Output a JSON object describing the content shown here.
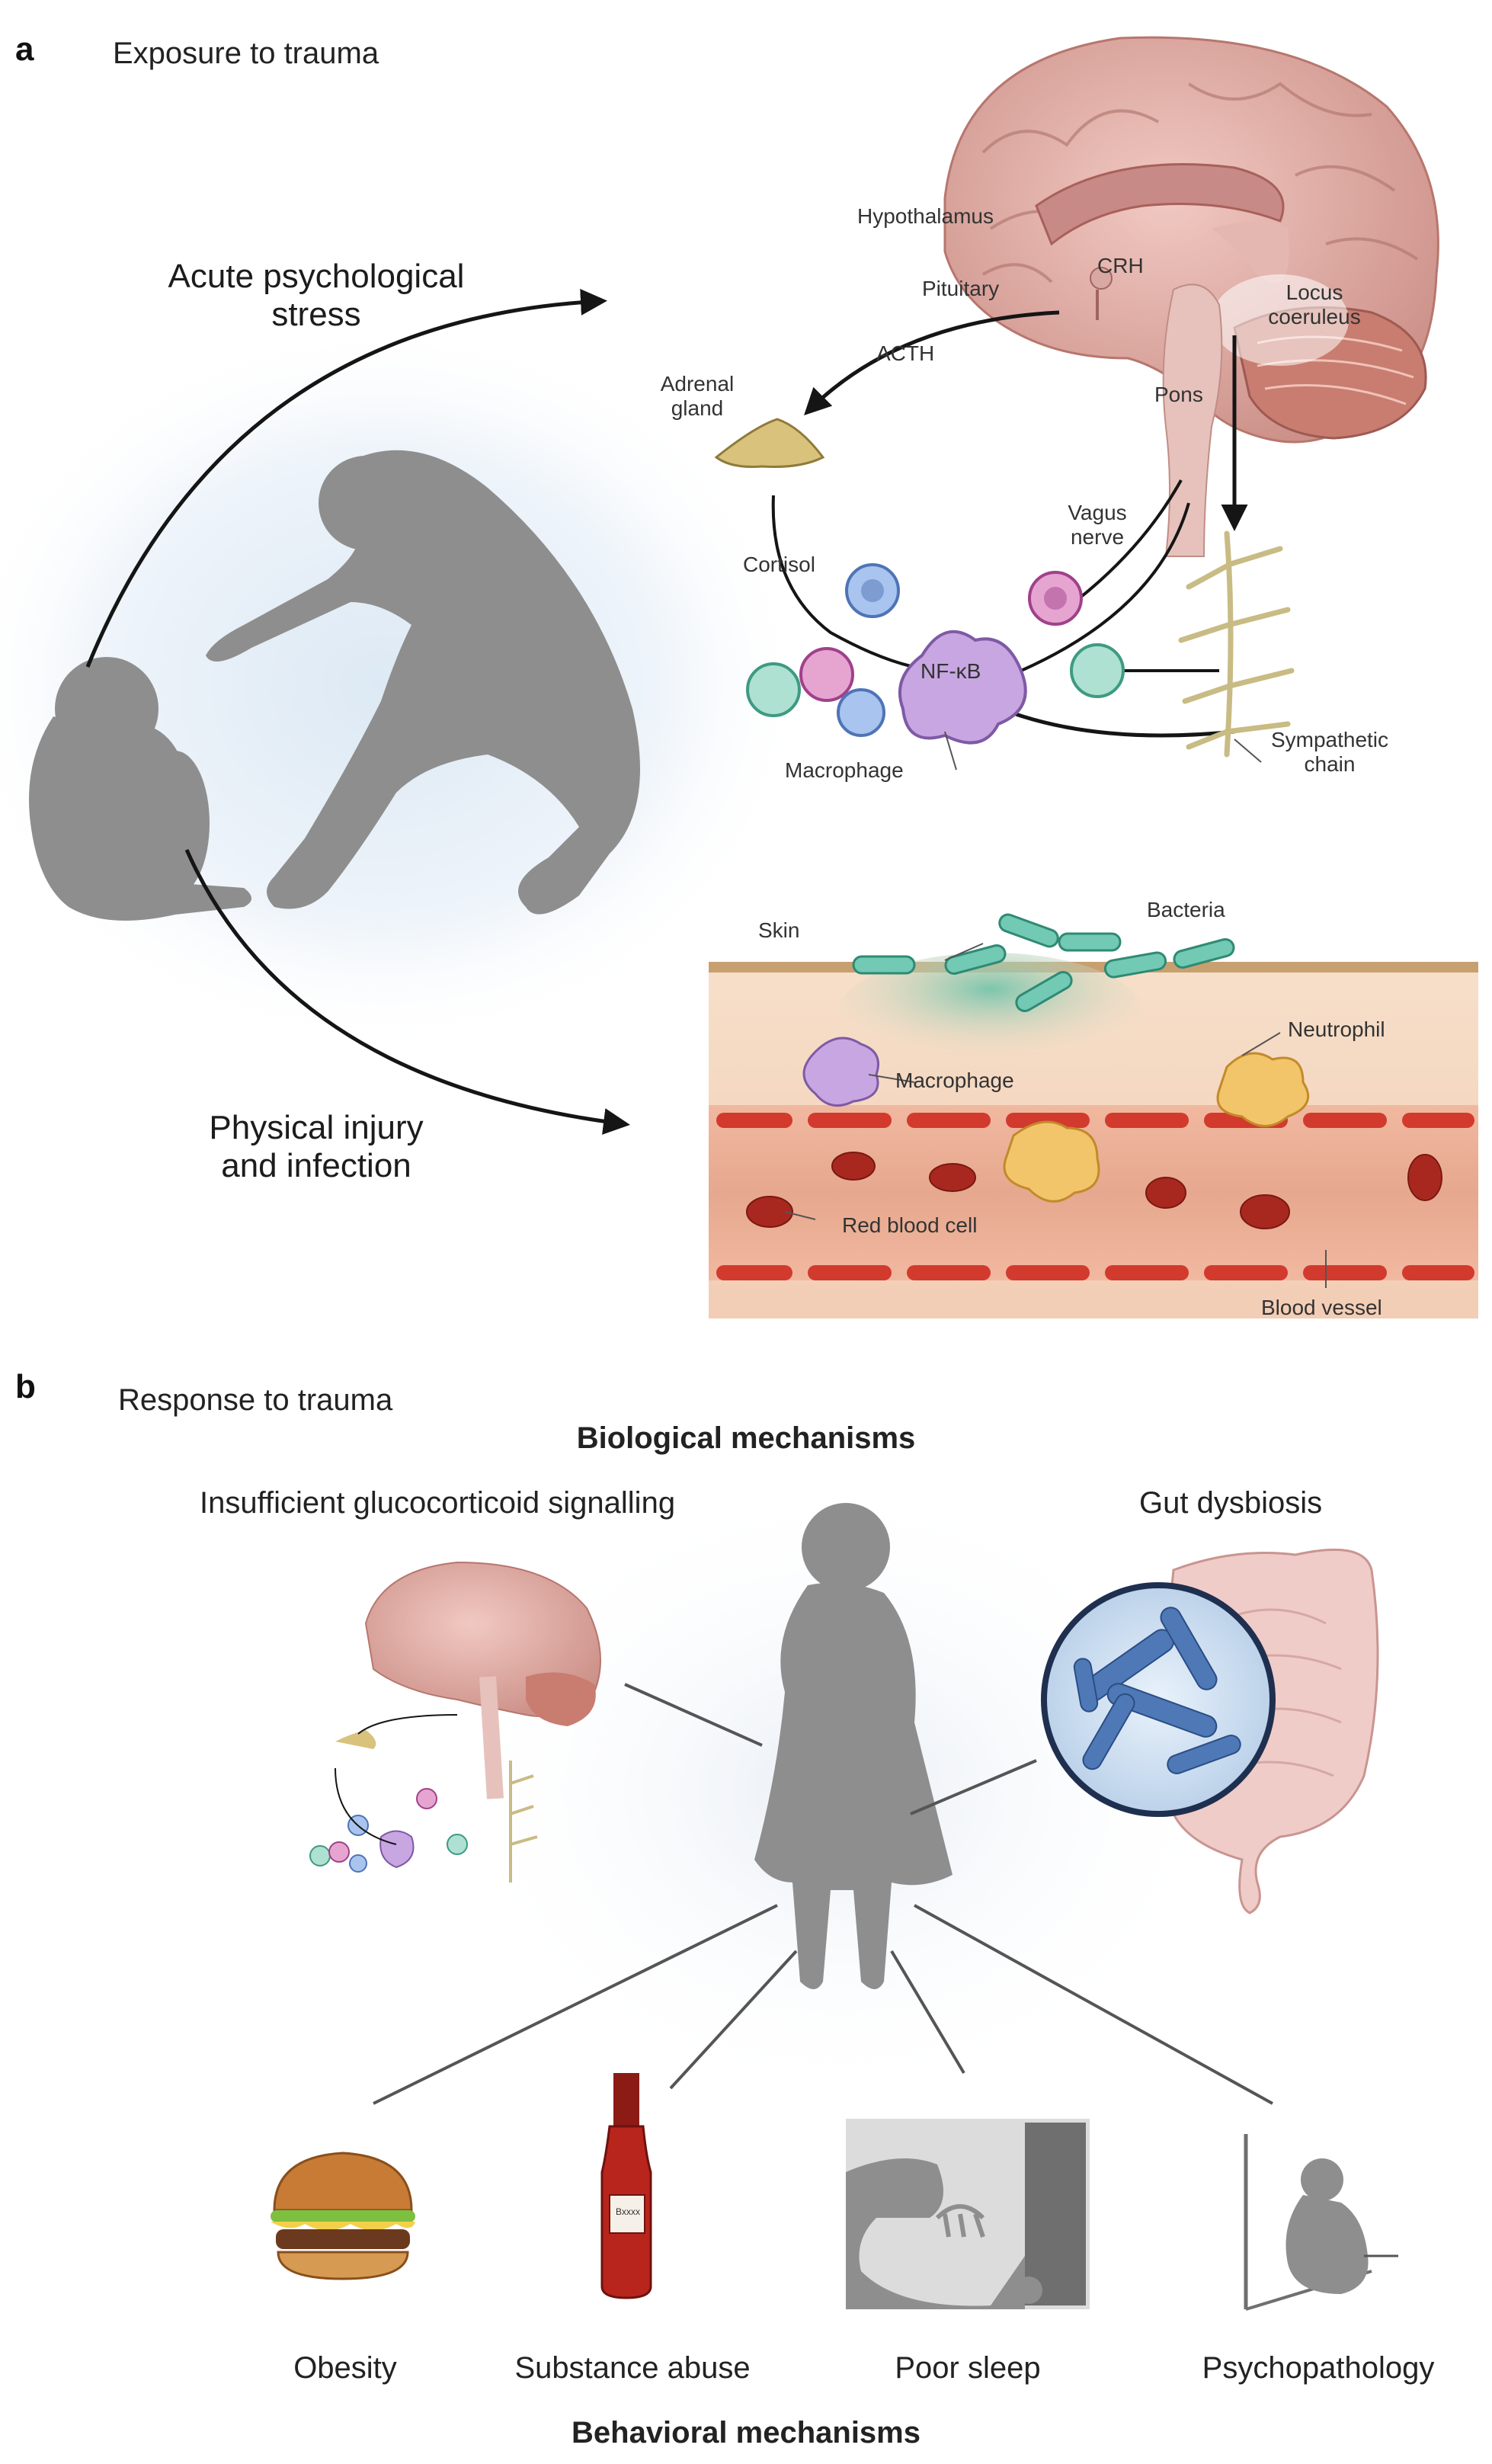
{
  "panel_a": {
    "letter": "a",
    "title": "Exposure to trauma",
    "arrow_top_label": [
      "Acute psychological",
      "stress"
    ],
    "arrow_bottom_label": [
      "Physical injury",
      "and infection"
    ],
    "brain_labels": {
      "hypothalamus": "Hypothalamus",
      "pituitary": "Pituitary",
      "crh": "CRH",
      "locus": [
        "Locus",
        "coeruleus"
      ],
      "pons": "Pons",
      "acth": "ACTH",
      "adrenal": [
        "Adrenal",
        "gland"
      ],
      "vagus": [
        "Vagus",
        "nerve"
      ],
      "cortisol": "Cortisol",
      "nfkb": "NF-κB",
      "macrophage": "Macrophage",
      "sympathetic": [
        "Sympathetic",
        "chain"
      ]
    },
    "skin_labels": {
      "skin": "Skin",
      "bacteria": "Bacteria",
      "neutrophil": "Neutrophil",
      "macrophage": "Macrophage",
      "red_blood_cell": "Red blood cell",
      "blood_vessel": "Blood vessel"
    }
  },
  "panel_b": {
    "letter": "b",
    "title": "Response to trauma",
    "biological_heading": "Biological mechanisms",
    "glucocorticoid_label": "Insufficient glucocorticoid signalling",
    "gut_label": "Gut dysbiosis",
    "bottle_label": "Bxxxx",
    "behaviors": [
      "Obesity",
      "Substance abuse",
      "Poor sleep",
      "Psychopathology"
    ],
    "behavioral_heading": "Behavioral mechanisms"
  },
  "colors": {
    "silhouette": "#8e8e8e",
    "arrow": "#151515",
    "brain": "#d8a8a0",
    "brainstem": "#e7c2bc",
    "sympathetic": "#e2d7a6",
    "adrenal": "#d8c27c",
    "macrophage": "#c8a6e2",
    "neutrophil": "#f3c56a",
    "bacteria": "#72c9b4",
    "blood_vessel": "#ebb39a",
    "red_cell": "#a82820",
    "gut": "#f0ccc8",
    "microbe_blue": "#4e79b6"
  }
}
